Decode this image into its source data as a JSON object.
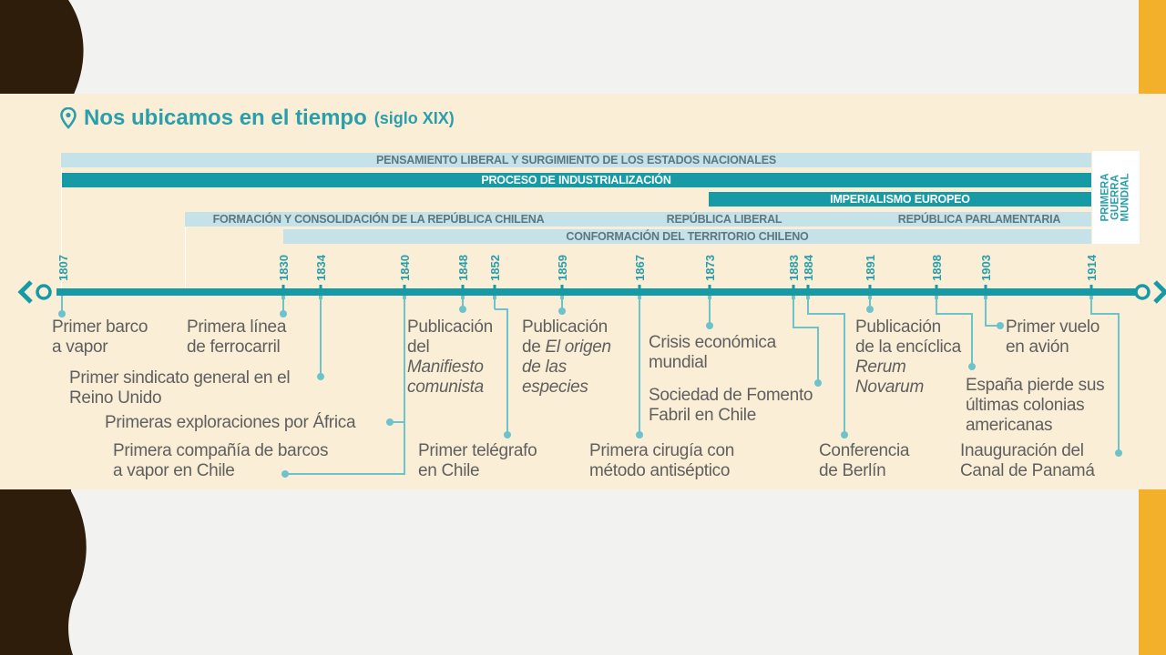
{
  "title": {
    "main": "Nos ubicamos en el tiempo",
    "sub": "(siglo XIX)"
  },
  "periods": {
    "pensamiento": "PENSAMIENTO LIBERAL Y SURGIMIENTO DE LOS ESTADOS NACIONALES",
    "industrializacion": "PROCESO DE INDUSTRIALIZACIÓN",
    "imperialismo": "IMPERIALISMO EUROPEO",
    "formacion": "FORMACIÓN Y CONSOLIDACIÓN DE LA REPÚBLICA CHILENA",
    "liberal": "REPÚBLICA LIBERAL",
    "parlamentaria": "REPÚBLICA PARLAMENTARIA",
    "territorio": "CONFORMACIÓN DEL TERRITORIO CHILENO",
    "guerra": "PRIMERA\nGUERRA\nMUNDIAL"
  },
  "years": [
    "1807",
    "1830",
    "1834",
    "1840",
    "1848",
    "1852",
    "1859",
    "1867",
    "1873",
    "1883",
    "1884",
    "1891",
    "1898",
    "1903",
    "1914"
  ],
  "events": {
    "e1807": "Primer barco\na vapor",
    "e1830": "Primera línea\nde ferrocarril",
    "e1834": "Primer sindicato general en el\nReino Unido",
    "e1840a": "Primeras exploraciones por África",
    "e1840b": "Primera compañía de barcos\na vapor en Chile",
    "e1848_l1": "Publicación",
    "e1848_l2": "del",
    "e1848_l3": "Manifiesto",
    "e1848_l4": "comunista",
    "e1852": "Primer telégrafo\nen Chile",
    "e1859_l1": "Publicación",
    "e1859_l2a": "de ",
    "e1859_l2b": "El origen",
    "e1859_l3": "de las",
    "e1859_l4": "especies",
    "e1867": "Primera cirugía con\nmétodo antiséptico",
    "e1873": "Crisis económica\nmundial",
    "e1883": "Sociedad de Fomento\nFabril en Chile",
    "e1884": "Conferencia\nde Berlín",
    "e1891_l1": "Publicación",
    "e1891_l2": "de la encíclica",
    "e1891_l3": "Rerum",
    "e1891_l4": "Novarum",
    "e1898": "España pierde sus\núltimas colonias\namericanas",
    "e1903": "Primer vuelo\nen avión",
    "e1914": "Inauguración del\nCanal de Panamá"
  },
  "colors": {
    "teal": "#159aa6",
    "light_teal": "#c4e2e8",
    "panel": "#fbeed7",
    "dark_brown": "#2d1d0a",
    "gold": "#f3b12b"
  }
}
